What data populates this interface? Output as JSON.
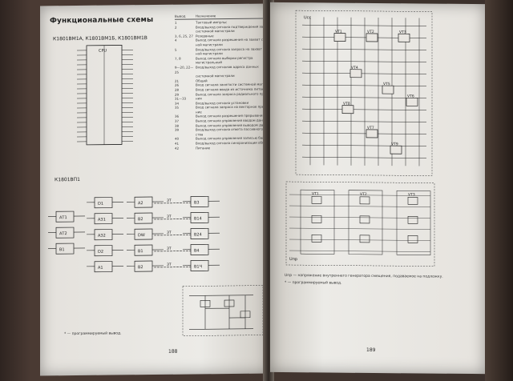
{
  "left_page": {
    "title": "Функциональные схемы",
    "chip_names": "К1801ВМ1А, К1801ВМ1Б, К1801ВМ1В",
    "chip_label": "CPU",
    "chip2_name": "К1801ВП1",
    "table_header": [
      "Вывод",
      "Назначение"
    ],
    "table_rows": [
      [
        "1",
        "Тактовый импульс"
      ],
      [
        "2",
        "Вход/выход сигнала подтверждения захвата"
      ],
      [
        "",
        "системной магистрали"
      ],
      [
        "3, 6, 25, 27",
        "Резервные"
      ],
      [
        "4",
        "Выход сигнала разрешения на захват систем-"
      ],
      [
        "",
        "ной магистрали"
      ],
      [
        "5",
        "Вход/выход сигнала запроса на захват систем-"
      ],
      [
        "",
        "ной магистрали"
      ],
      [
        "7, 8",
        "Выход сигнала выборки регистра"
      ],
      [
        "",
        "магистральный"
      ],
      [
        "9—20, 22—25",
        "Вход/выход сигналов адреса данных"
      ],
      [
        "",
        "системной магистрали"
      ],
      [
        "21",
        "Общий"
      ],
      [
        "26",
        "Вход сигнала занятости системной магистрали"
      ],
      [
        "28",
        "Вход сигнала ввода из источника питания"
      ],
      [
        "29",
        "Выход сигнала запроса радиального прерыва-"
      ],
      [
        "31—33",
        "ния"
      ],
      [
        "34",
        "Вход/выход сигнала установки"
      ],
      [
        "35",
        "Вход сигнала запроса на векторное прерыва-"
      ],
      [
        "",
        "ние"
      ],
      [
        "36",
        "Выход сигнала разрешения прерывания"
      ],
      [
        "37",
        "Выход сигнала управления вводом данных"
      ],
      [
        "38",
        "Выход сигнала управления выводом данных"
      ],
      [
        "39",
        "Вход/выход сигнала ответа пассивного устрой-"
      ],
      [
        "",
        "ства"
      ],
      [
        "40",
        "Выход сигнала управления записью байт"
      ],
      [
        "41",
        "Вход/выход сигнала синхронизации обмена"
      ],
      [
        "42",
        "Питание"
      ]
    ],
    "blocks": [
      "АТ1",
      "АТ2",
      "В1",
      "D1",
      "АЗ1",
      "АЗ2",
      "D2",
      "А1",
      "А2",
      "В2",
      "DW",
      "В1",
      "В2",
      "В3",
      "В14",
      "В24",
      "В4",
      "В1Ч"
    ],
    "bus_label": "ЗТ",
    "footnote": "* — программируемый вывод.",
    "page_number": "188"
  },
  "right_page": {
    "transistor_labels": [
      "VT1",
      "VT2",
      "VT3",
      "VT4",
      "VT5",
      "VT6",
      "VT7",
      "VT8",
      "VT9"
    ],
    "supply_label": "Uсс",
    "ground_label": "Uпр",
    "legend_1": "Uпр — напряжение внутреннего генератора смещения, подаваемое на подложку.",
    "legend_2": "* — программируемый вывод.",
    "page_number": "189"
  },
  "colors": {
    "paper": "#e9e6e1",
    "ink": "#222222",
    "cover": "#3a2f2a"
  }
}
